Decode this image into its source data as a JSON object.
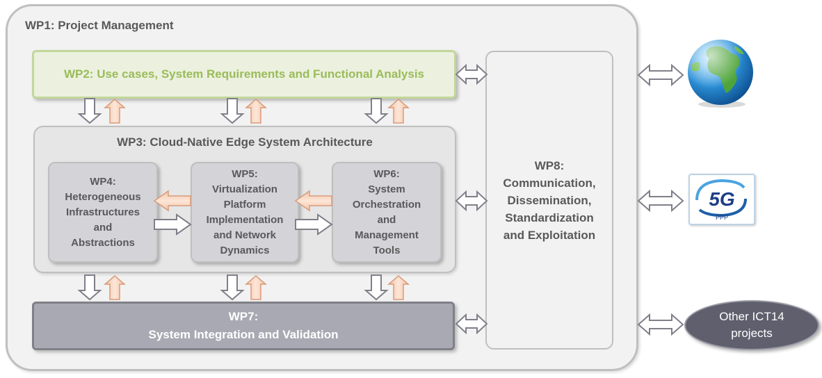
{
  "wp1": {
    "label": "WP1: Project Management"
  },
  "wp2": {
    "label": "WP2: Use cases, System Requirements and Functional Analysis"
  },
  "wp3": {
    "label": "WP3: Cloud-Native Edge System Architecture"
  },
  "wp4": {
    "lines": [
      "WP4:",
      "Heterogeneous",
      "Infrastructures",
      "and",
      "Abstractions"
    ]
  },
  "wp5": {
    "lines": [
      "WP5:",
      "Virtualization",
      "Platform",
      "Implementation",
      "and Network",
      "Dynamics"
    ]
  },
  "wp6": {
    "lines": [
      "WP6:",
      "System",
      "Orchestration",
      "and",
      "Management",
      "Tools"
    ]
  },
  "wp7": {
    "lines": [
      "WP7:",
      "System Integration and Validation"
    ]
  },
  "wp8": {
    "lines": [
      "WP8:",
      "Communication,",
      "Dissemination,",
      "Standardization",
      "and Exploitation"
    ]
  },
  "external": {
    "globe_icon": "globe-icon",
    "fiveg_logo": {
      "main": "5G",
      "sub": "PPP"
    },
    "other_projects": {
      "lines": [
        "Other ICT14",
        "projects"
      ]
    }
  },
  "colors": {
    "down_arrow": "#ffffff",
    "up_arrow": "#fbd4b4",
    "arrow_outline_down": "#7f7f8a",
    "arrow_outline_up": "#d99a7a",
    "wp2_text": "#9bbb59",
    "wp7_fill": "#a9a9b3"
  }
}
